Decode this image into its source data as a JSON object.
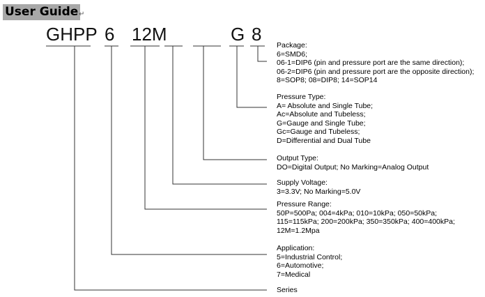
{
  "title": "User Guide",
  "code": [
    "GHPP",
    "6",
    "12M",
    "G",
    "8"
  ],
  "groups": {
    "package": {
      "heading": "Package:",
      "lines": [
        "6=SMD6;",
        "06-1=DIP6 (pin and pressure port are the same direction);",
        "06-2=DIP6 (pin and pressure port are the opposite direction);",
        "8=SOP8; 08=DIP8; 14=SOP14"
      ]
    },
    "pressure_type": {
      "heading": "Pressure Type:",
      "lines": [
        "A= Absolute and Single Tube;",
        "Ac=Absolute and Tubeless;",
        "G=Gauge and Single Tube;",
        "Gc=Gauge and Tubeless;",
        "D=Differential and Dual Tube"
      ]
    },
    "output_type": {
      "heading": "Output Type:",
      "lines": [
        "DO=Digital Output; No Marking=Analog Output"
      ]
    },
    "supply_voltage": {
      "heading": "Supply Voltage:",
      "lines": [
        "3=3.3V;  No Marking=5.0V"
      ]
    },
    "pressure_range": {
      "heading": "Pressure Range:",
      "lines": [
        "50P=500Pa; 004=4kPa; 010=10kPa; 050=50kPa;",
        "115=115kPa; 200=200kPa; 350=350kPa; 400=400kPa;",
        "12M=1.2Mpa"
      ]
    },
    "application": {
      "heading": "Application:",
      "lines": [
        "5=Industrial Control;",
        "6=Automotive;",
        "7=Medical"
      ]
    },
    "series": {
      "heading": "Series",
      "lines": []
    }
  }
}
